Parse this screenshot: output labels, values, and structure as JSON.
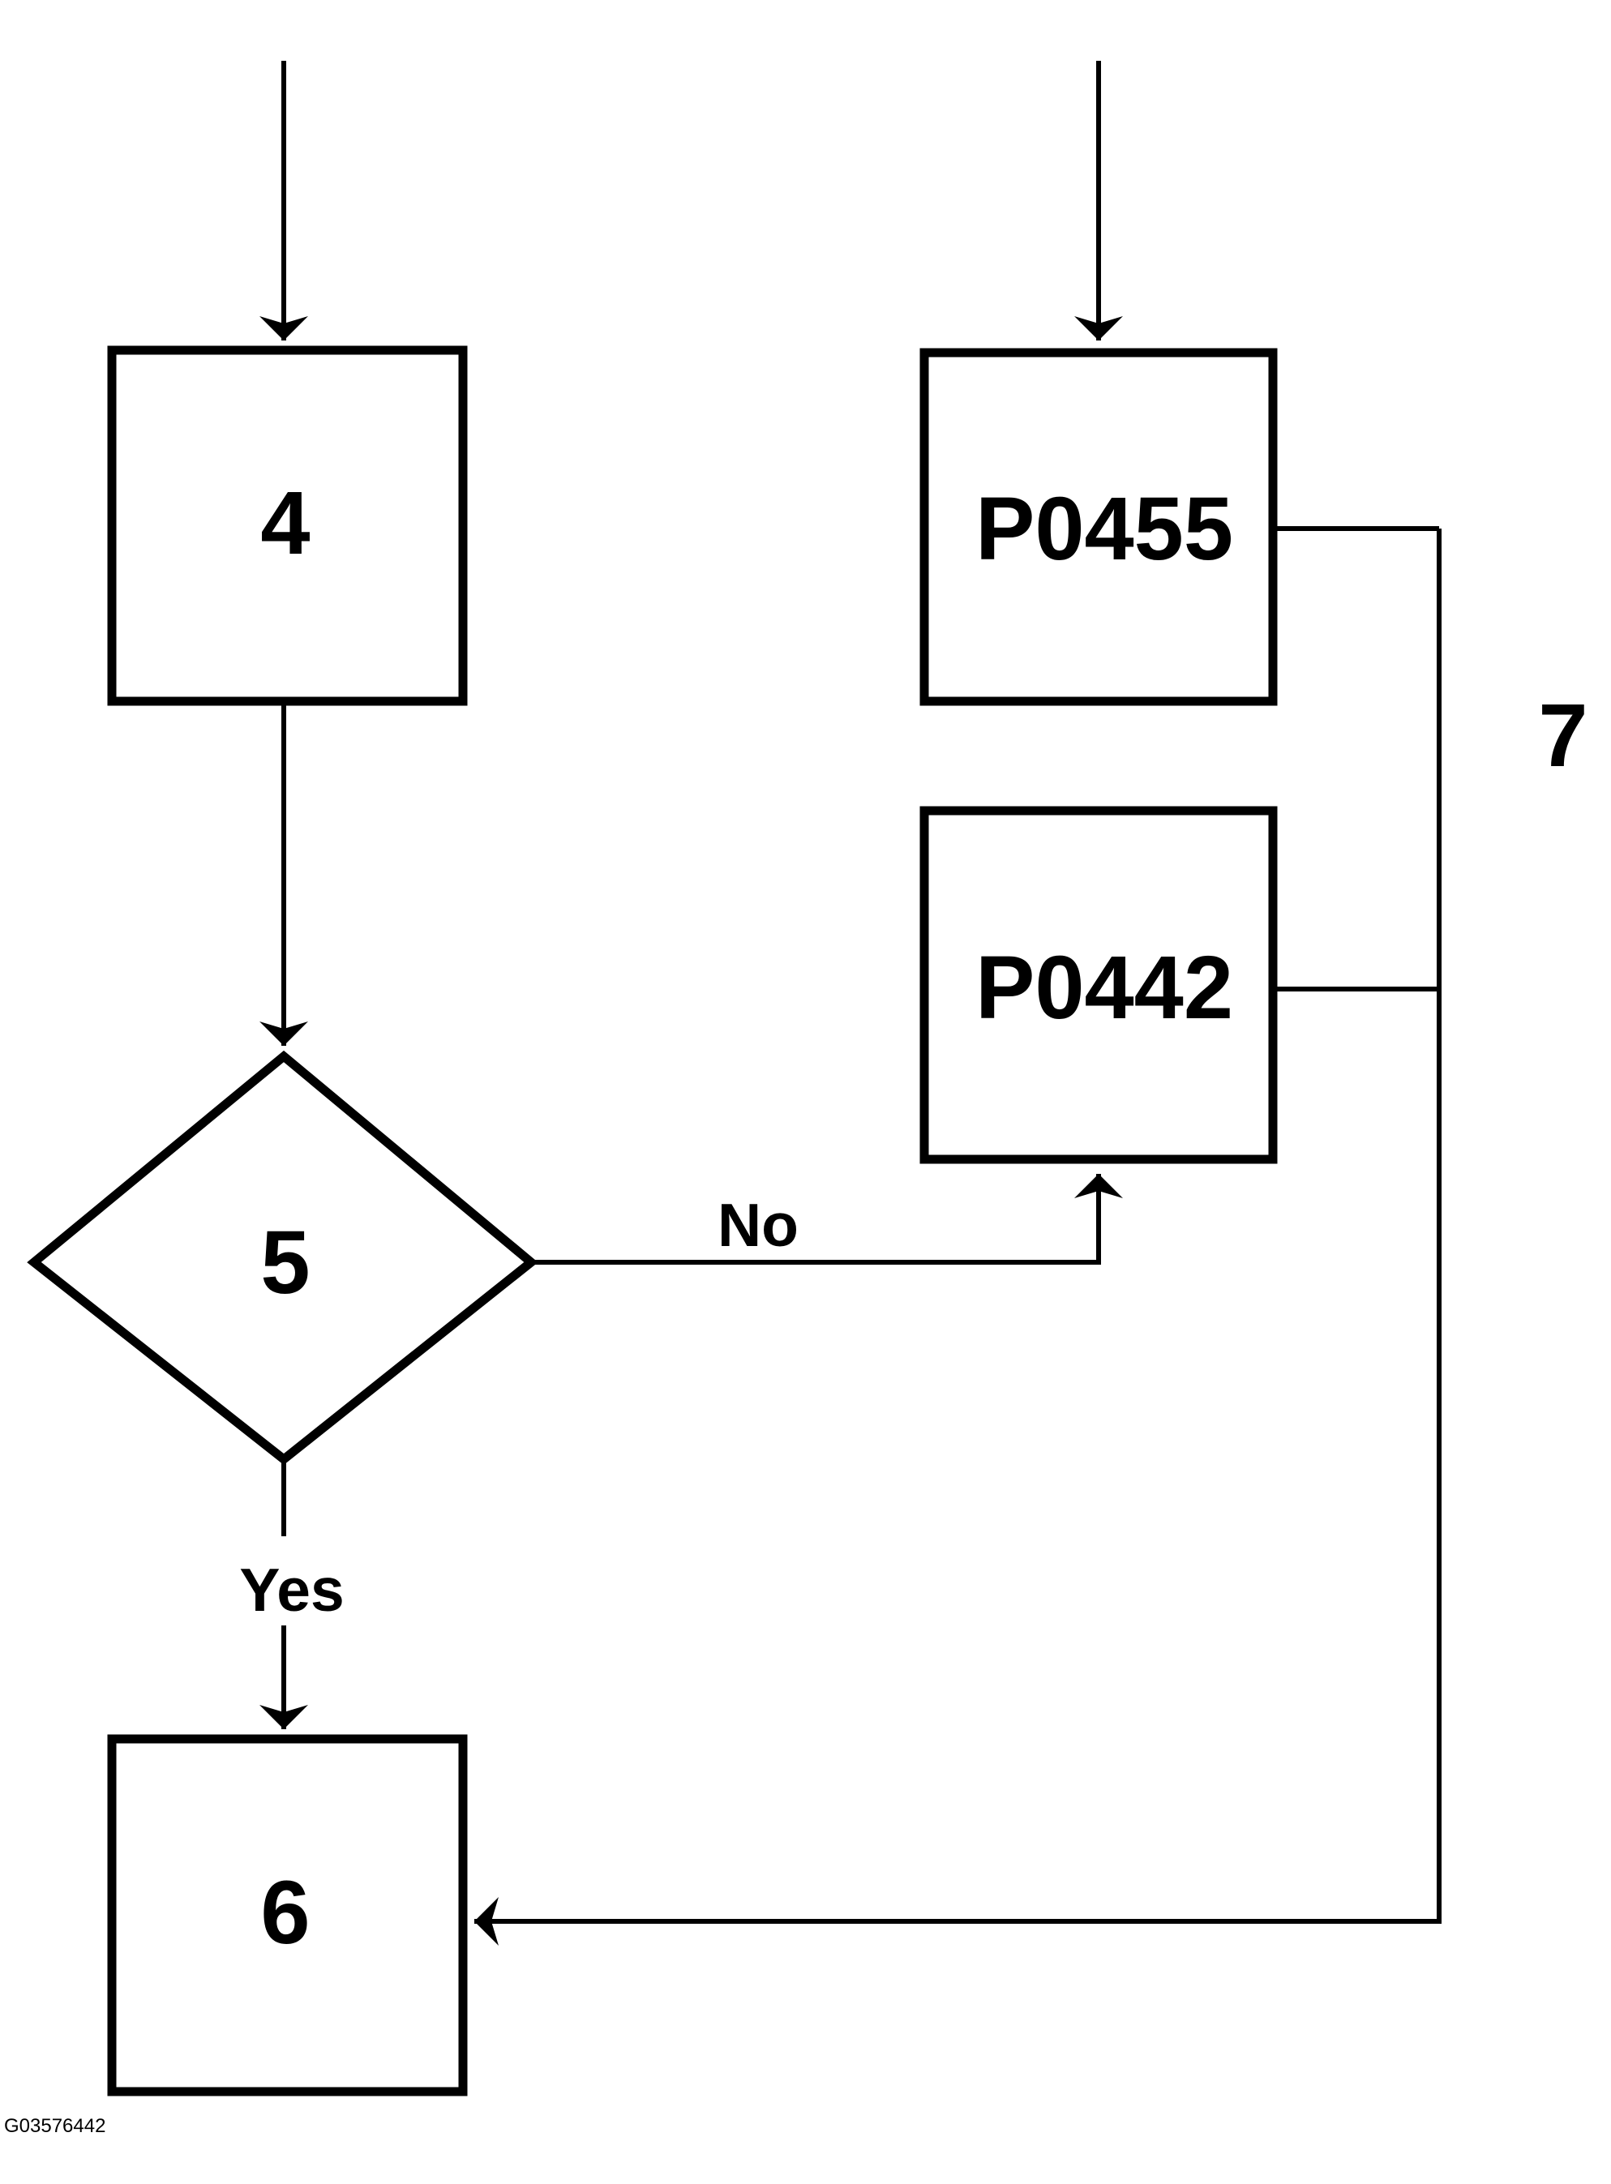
{
  "nodes": {
    "step4": {
      "label": "4"
    },
    "step5": {
      "label": "5"
    },
    "step6": {
      "label": "6"
    },
    "p0455": {
      "label": "P0455"
    },
    "p0442": {
      "label": "P0442"
    }
  },
  "edges": {
    "no_label": "No",
    "yes_label": "Yes"
  },
  "group_label": "7",
  "figure_id": "G03576442",
  "colors": {
    "stroke": "#000000",
    "background": "#ffffff"
  }
}
